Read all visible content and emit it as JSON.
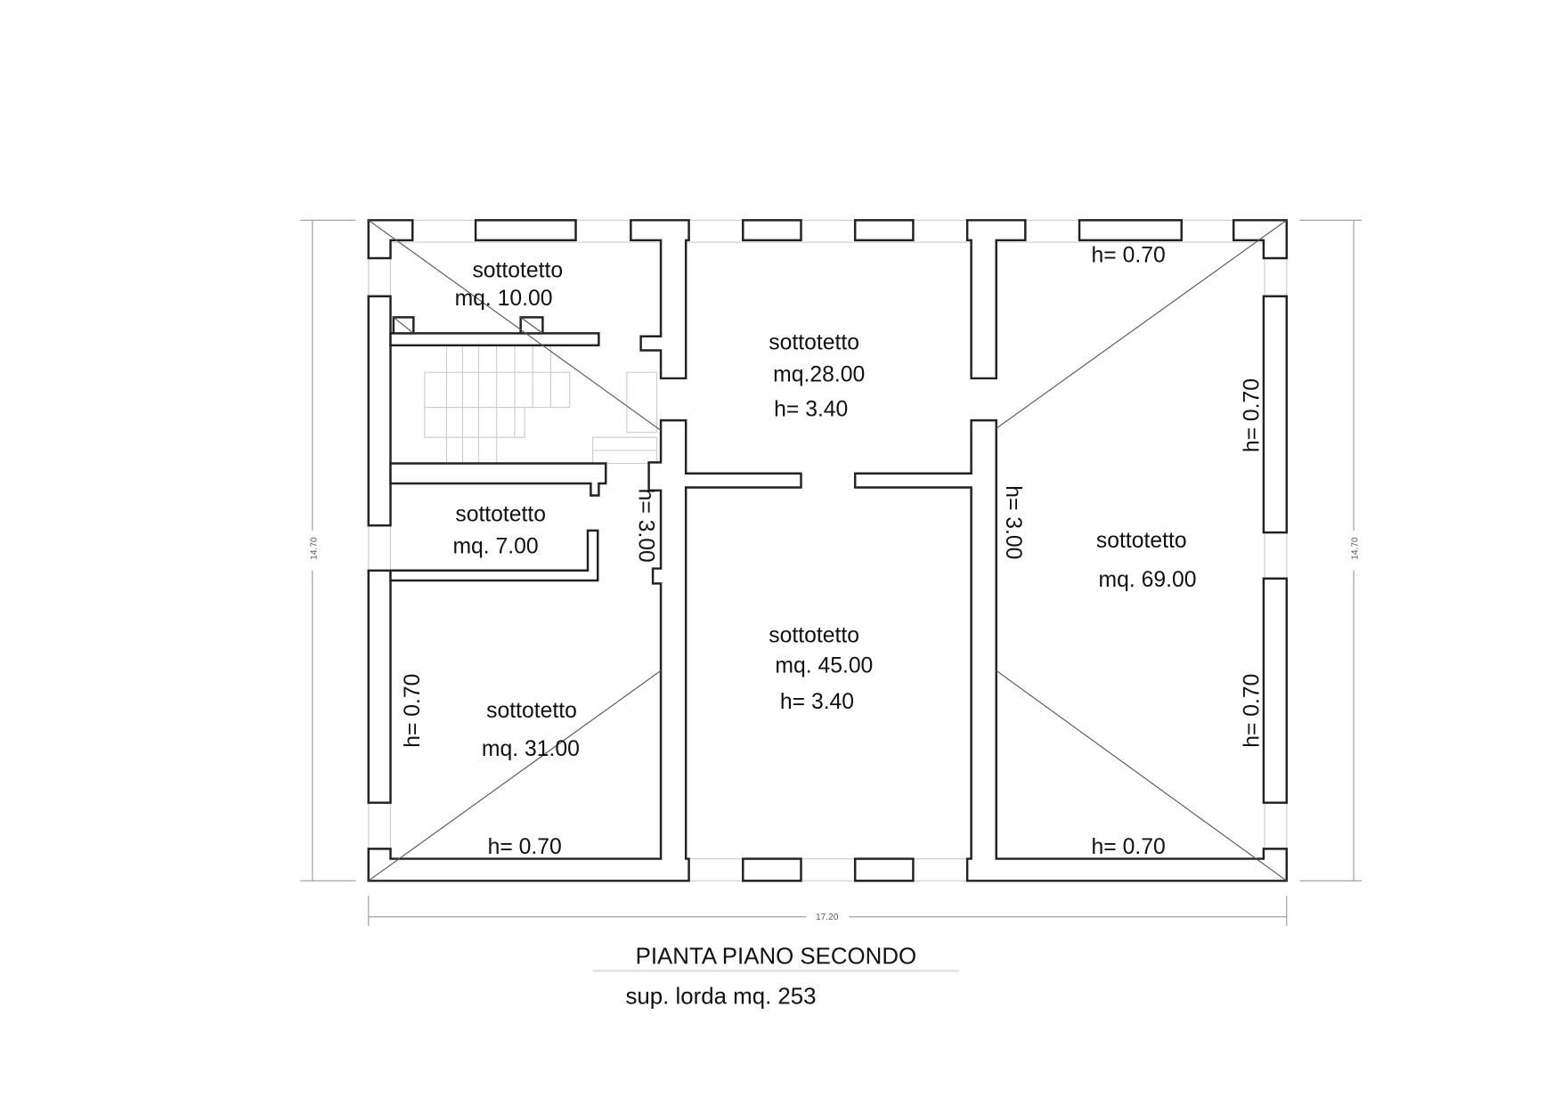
{
  "plan": {
    "title": "PIANTA PIANO SECONDO",
    "subtitle": "sup. lorda mq. 253",
    "dim_height": "14.70",
    "dim_width": "17.20"
  },
  "rooms": [
    {
      "name": "sottotetto",
      "area": "mq. 10.00"
    },
    {
      "name": "sottotetto",
      "area": "mq.28.00",
      "height": "h= 3.40"
    },
    {
      "name": "sottotetto",
      "area": "mq. 7.00"
    },
    {
      "name": "sottotetto",
      "area": "mq. 69.00"
    },
    {
      "name": "sottotetto",
      "area": "mq. 45.00",
      "height": "h= 3.40"
    },
    {
      "name": "sottotetto",
      "area": "mq. 31.00"
    }
  ],
  "heights": {
    "top_right": "h= 0.70",
    "right_upper": "h= 0.70",
    "right_lower": "h= 0.70",
    "left_lower": "h= 0.70",
    "bottom_left": "h= 0.70",
    "bottom_right": "h= 0.70",
    "center_left": "h= 3.00",
    "center_right": "h= 3.00"
  }
}
